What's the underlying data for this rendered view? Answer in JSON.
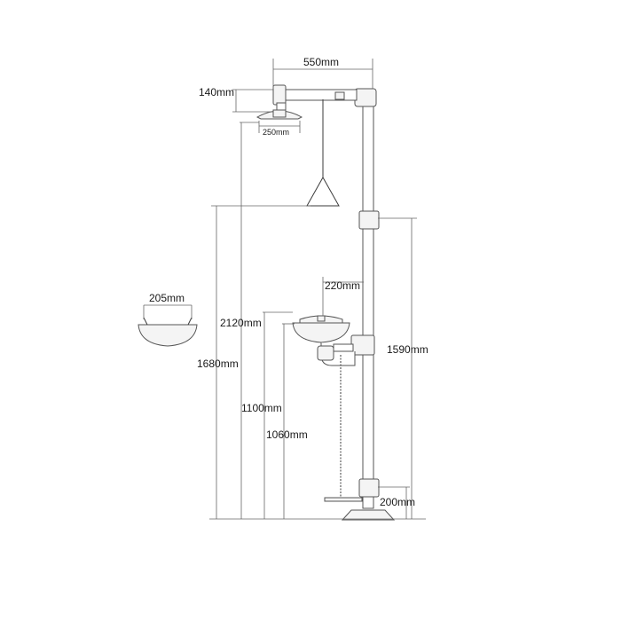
{
  "dimensions": {
    "arm_width": "550mm",
    "head_height": "140mm",
    "head_diameter": "250mm",
    "bowl_width": "205mm",
    "basin_width": "220mm",
    "pull_height": "2120mm",
    "total_height": "1680mm",
    "basin_height": "1100mm",
    "basin_rim_height": "1060mm",
    "upper_joint_height": "1590mm",
    "base_height": "200mm"
  }
}
